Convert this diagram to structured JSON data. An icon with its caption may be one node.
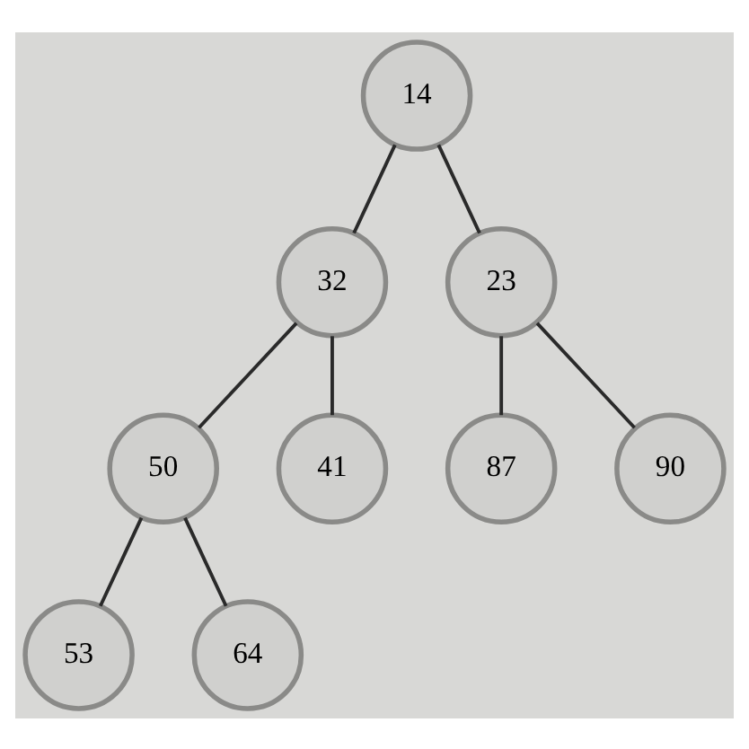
{
  "diagram": {
    "nodes": [
      {
        "text": [
          "14"
        ]
      },
      {
        "text": [
          "32"
        ]
      },
      {
        "text": [
          "23"
        ]
      },
      {
        "text": [
          "50"
        ]
      },
      {
        "text": [
          "41"
        ]
      },
      {
        "text": [
          "87"
        ]
      },
      {
        "text": [
          "90"
        ]
      },
      {
        "text": [
          "53"
        ]
      },
      {
        "text": [
          "64"
        ]
      }
    ],
    "edges": [
      {
        "from": 0,
        "to": 1,
        "arrow": "none"
      },
      {
        "from": 0,
        "to": 2,
        "arrow": "none"
      },
      {
        "from": 1,
        "to": 3,
        "arrow": "none"
      },
      {
        "from": 1,
        "to": 4,
        "arrow": "none"
      },
      {
        "from": 2,
        "to": 5,
        "arrow": "none"
      },
      {
        "from": 2,
        "to": 6,
        "arrow": "none"
      },
      {
        "from": 3,
        "to": 7,
        "arrow": "none"
      },
      {
        "from": 3,
        "to": 8,
        "arrow": "none"
      }
    ]
  }
}
